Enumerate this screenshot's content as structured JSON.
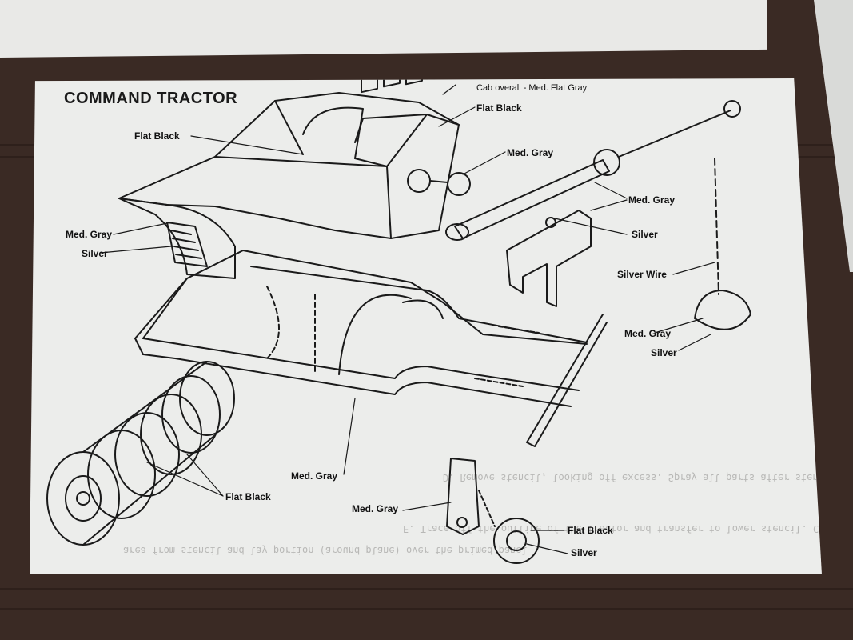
{
  "diagram": {
    "title": "COMMAND TRACTOR",
    "labels": {
      "cab_overall": "Cab overall - Med. Flat Gray",
      "flat_black_cab_top": "Flat Black",
      "flat_black_left": "Flat Black",
      "med_gray_knob": "Med. Gray",
      "med_gray_arm": "Med. Gray",
      "silver_bracket": "Silver",
      "med_gray_fender": "Med. Gray",
      "silver_fender": "Silver",
      "silver_wire": "Silver  Wire",
      "med_gray_dome": "Med. Gray",
      "silver_dome": "Silver",
      "med_gray_frame": "Med. Gray",
      "flat_black_wheels": "Flat Black",
      "med_gray_fork": "Med. Gray",
      "flat_black_wheel": "Flat Black",
      "silver_wheel": "Silver"
    },
    "bleed_through": [
      "D. Remove stencil, looking off excess. Spray all parts after stenc",
      "E. Trace off the outline of the tractor and transfer to lower stencil. Cut tha",
      "area from stencil and lay portion (around plane) over the primed panel"
    ]
  }
}
